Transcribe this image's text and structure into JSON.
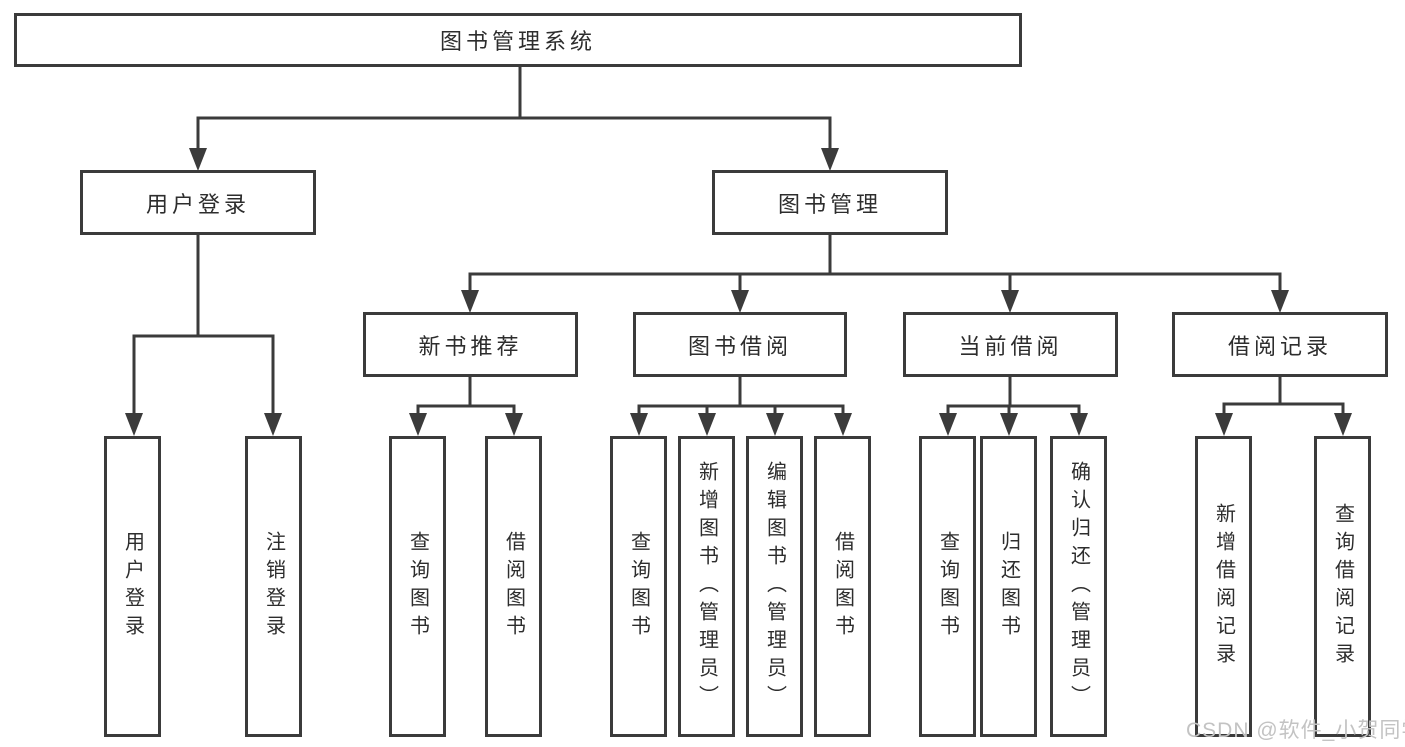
{
  "diagram": {
    "root": {
      "label": "图书管理系统"
    },
    "modules": {
      "user_login": {
        "label": "用户登录"
      },
      "book_mgmt": {
        "label": "图书管理"
      }
    },
    "submodules": {
      "new_rec": {
        "label": "新书推荐"
      },
      "borrow": {
        "label": "图书借阅"
      },
      "current": {
        "label": "当前借阅"
      },
      "record": {
        "label": "借阅记录"
      }
    },
    "functions": {
      "login": {
        "label": "用户登录"
      },
      "logout": {
        "label": "注销登录"
      },
      "rec_query": {
        "label": "查询图书"
      },
      "rec_borrow": {
        "label": "借阅图书"
      },
      "borrow_query": {
        "label": "查询图书"
      },
      "borrow_add": {
        "label": "新增图书（管理员）"
      },
      "borrow_edit": {
        "label": "编辑图书（管理员）"
      },
      "borrow_borrow": {
        "label": "借阅图书"
      },
      "current_query": {
        "label": "查询图书"
      },
      "current_return": {
        "label": "归还图书"
      },
      "current_confirm": {
        "label": "确认归还（管理员）"
      },
      "record_add": {
        "label": "新增借阅记录"
      },
      "record_query": {
        "label": "查询借阅记录"
      }
    }
  },
  "watermark": {
    "text": "CSDN @软件_小贺同学"
  },
  "colors": {
    "line": "#3b3b3b",
    "text": "#2d2d2d",
    "box_background": "#ffffff",
    "watermark": "#c3c3c3",
    "page_background": "#ffffff"
  }
}
